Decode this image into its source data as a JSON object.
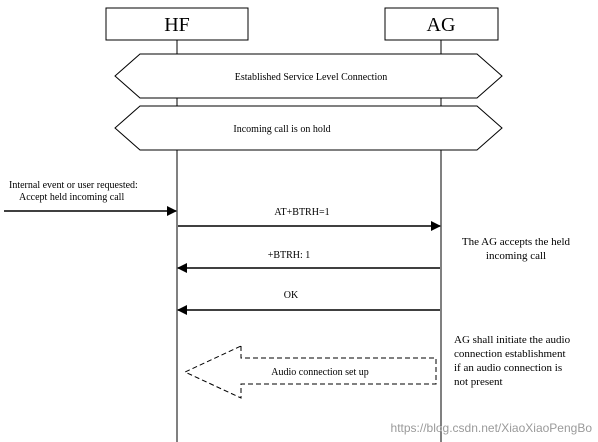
{
  "participants": {
    "hf": {
      "label": "HF"
    },
    "ag": {
      "label": "AG"
    }
  },
  "phases": {
    "slc": "Established Service Level Connection",
    "hold": "Incoming call is on hold"
  },
  "trigger": {
    "line1": "Internal event or user requested:",
    "line2": "Accept  held  incoming call"
  },
  "messages": [
    {
      "label": "AT+BTRH=1",
      "direction": "hf-to-ag"
    },
    {
      "label": "+BTRH: 1",
      "direction": "ag-to-hf"
    },
    {
      "label": "OK",
      "direction": "ag-to-hf"
    }
  ],
  "notes": {
    "accept": {
      "line1": "The AG accepts the held",
      "line2": "incoming call"
    },
    "audio": {
      "line1": "AG shall initiate the audio",
      "line2": "connection establishment",
      "line3": "if an audio connection is",
      "line4": "not present"
    }
  },
  "audio_arrow": {
    "label": "Audio connection set up"
  },
  "watermark": "https://blog.csdn.net/XiaoXiaoPengBo"
}
